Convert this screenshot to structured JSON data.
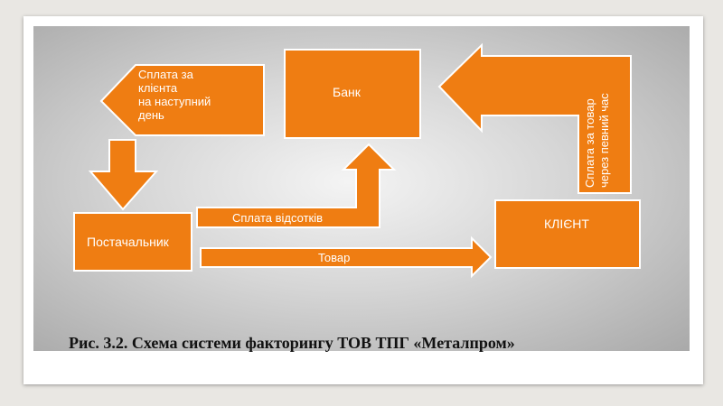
{
  "diagram": {
    "nodes": {
      "bank": "Банк",
      "supplier": "Постачальник",
      "client": "КЛІЄНТ"
    },
    "arrows": {
      "pay_for_client": "Сплата за\nклієнта\nна наступний\nдень",
      "pay_interest": "Сплата відсотків",
      "goods": "Товар",
      "pay_for_goods": "Сплата за товар\nчерез певний час"
    },
    "colors": {
      "fill": "#ef7d12",
      "stroke": "#ffffff",
      "text": "#ffffff"
    }
  },
  "caption": "Рис. 3.2. Схема системи факторингу ТОВ ТПГ «Металпром»"
}
